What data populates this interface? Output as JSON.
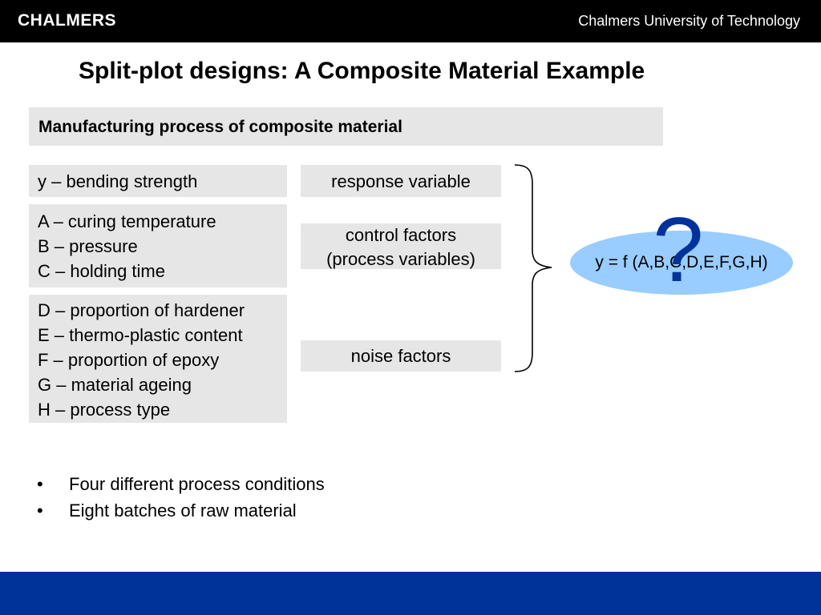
{
  "header": {
    "logo_text": "CHALMERS",
    "organization": "Chalmers University of Technology"
  },
  "slide": {
    "title": "Split-plot designs: A Composite Material Example",
    "subheader": "Manufacturing process of composite material",
    "left_boxes": [
      {
        "lines": [
          "y – bending strength"
        ]
      },
      {
        "lines": [
          "A – curing temperature",
          "B – pressure",
          "C – holding time"
        ]
      },
      {
        "lines": [
          "D – proportion of hardener",
          "E – thermo-plastic content",
          "F – proportion of epoxy",
          "G – material ageing",
          "H – process type"
        ]
      }
    ],
    "categories": [
      {
        "lines": [
          "response variable"
        ]
      },
      {
        "lines": [
          "control factors",
          "(process variables)"
        ]
      },
      {
        "lines": [
          "noise factors"
        ]
      }
    ],
    "equation": "y = f (A,B,C,D,E,F,G,H)",
    "question_mark": "?",
    "bullets": [
      "Four different process conditions",
      "Eight batches of raw material"
    ],
    "bullet_symbol": "•"
  },
  "colors": {
    "top_bar": "#000000",
    "footer_bar": "#003399",
    "box_fill": "#e6e6e6",
    "ellipse_fill": "#99ccff",
    "question_mark": "#003399"
  },
  "icons": {
    "brace": "right-curly-brace-icon"
  }
}
